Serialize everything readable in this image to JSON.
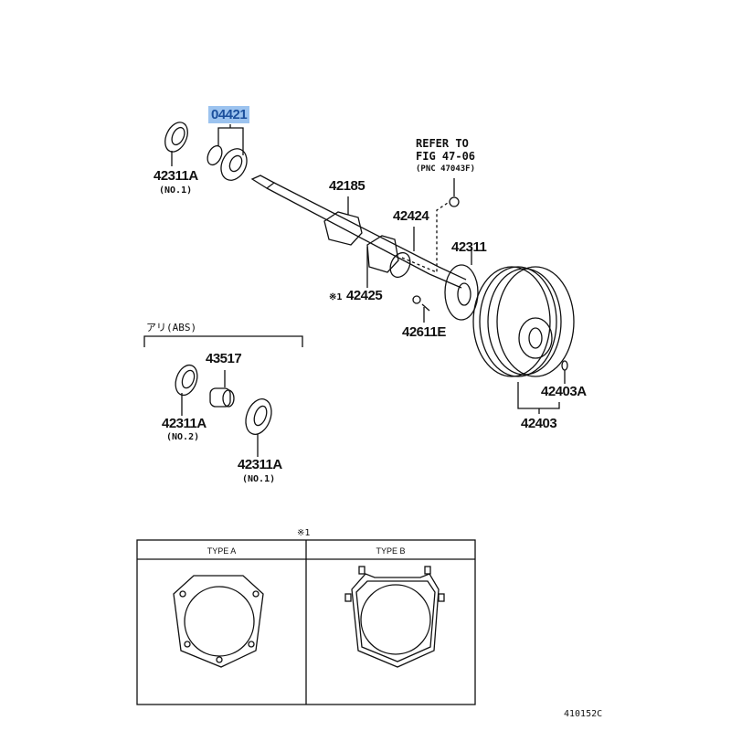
{
  "parts": {
    "highlighted": "04421",
    "seal_top": "42311A",
    "seal_top_note": "(NO.1)",
    "refer_line1": "REFER TO",
    "refer_line2": "FIG 47-06",
    "refer_line3": "(PNC 47043F)",
    "shaft": "42185",
    "retainer": "42424",
    "hub_bearing": "42311",
    "gasket_mark": "※1",
    "gasket": "42425",
    "hub_bolt": "42611E",
    "drum_plug": "42403A",
    "drum": "42403"
  },
  "abs_group": {
    "title": "アリ(ABS)",
    "rotor": "43517",
    "seal_no2": "42311A",
    "seal_no2_note": "(NO.2)",
    "seal_no1": "42311A",
    "seal_no1_note": "(NO.1)"
  },
  "type_table": {
    "mark": "※1",
    "col_a": "TYPE A",
    "col_b": "TYPE B"
  },
  "figure_code": "410152C",
  "colors": {
    "highlight_bg": "#9cc3ef",
    "highlight_text": "#1b4f9c"
  }
}
